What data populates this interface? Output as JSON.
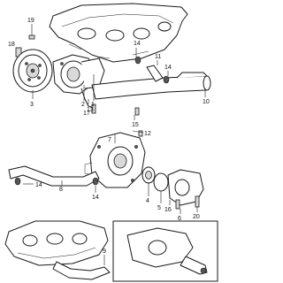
{
  "callouts": {
    "c1": "1",
    "c2": "2",
    "c3": "3",
    "c4": "4",
    "c5": "5",
    "c6": "6",
    "c7": "7",
    "c8": "8",
    "c9": "9",
    "c10": "10",
    "c11": "11",
    "c12": "12",
    "c13": "13",
    "c14a": "14",
    "c14b": "14",
    "c14c": "14",
    "c14d": "14",
    "c15": "15",
    "c16": "16",
    "c17": "17",
    "c18": "18",
    "c19": "19",
    "c20": "20"
  }
}
